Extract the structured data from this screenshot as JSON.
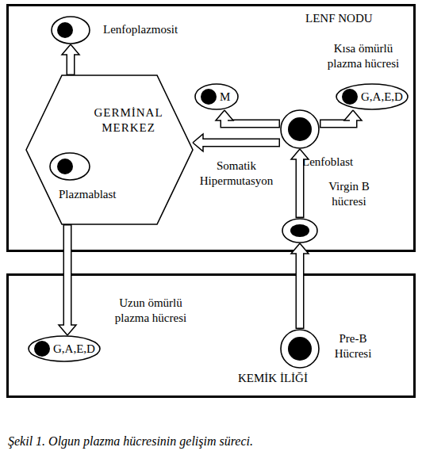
{
  "diagram": {
    "caption": "Şekil 1. Olgun plazma hücresinin gelişim süreci.",
    "nodes": [
      {
        "text": [
          "LENF NODU"
        ]
      },
      {
        "text": [
          "Lenfoplazmosit"
        ],
        "in": 0
      },
      {
        "text": [
          "GERMİNAL MERKEZ"
        ],
        "in": 0
      },
      {
        "text": [
          "Plazmablast"
        ],
        "in": 2
      },
      {
        "text": [
          "M"
        ],
        "in": 0
      },
      {
        "text": [
          "Kısa ömürlü plazma hücresi",
          "G,A,E,D"
        ],
        "in": 0
      },
      {
        "text": [
          "Lenfoblast"
        ],
        "in": 0
      },
      {
        "text": [
          "Virgin B hücresi"
        ],
        "in": 0
      },
      {
        "text": [
          "KEMİK İLİĞİ"
        ]
      },
      {
        "text": [
          "Uzun ömürlü plazma hücresi",
          "G,A,E,D"
        ],
        "in": 8
      },
      {
        "text": [
          "Pre-B Hücresi"
        ],
        "in": 8
      }
    ],
    "edges": [
      {
        "from": 10,
        "to": 7,
        "arrow": "to"
      },
      {
        "from": 7,
        "to": 6,
        "arrow": "to"
      },
      {
        "from": 6,
        "to": 4,
        "arrow": "to"
      },
      {
        "from": 6,
        "to": 5,
        "arrow": "to"
      },
      {
        "from": 6,
        "to": 2,
        "arrow": "to",
        "label": "Somatik Hipermutasyon"
      },
      {
        "from": 2,
        "to": 1,
        "arrow": "to"
      },
      {
        "from": 2,
        "to": 9,
        "arrow": "to"
      }
    ]
  }
}
